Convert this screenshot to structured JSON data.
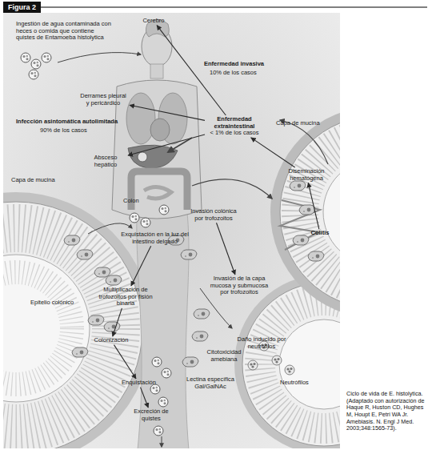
{
  "diagram": {
    "title": "Figura 2",
    "caption": "Ciclo de vida de E. histolytica. (Adaptado con autorización de Haque R, Huston CD, Hughes M, Houpt E, Petri WA Jr. Amebiasis. N. Engl J Med. 2003;348:1565-73).",
    "nodes": [
      {
        "text": [
          "Ingestión de agua contaminada con heces o comida que contiene quistes de Entamoeba histolytica"
        ]
      },
      {
        "text": [
          "Exquistación en la luz del intestino delgado"
        ]
      },
      {
        "text": [
          "Multiplicación de trofozoitos por fisión binaria"
        ]
      },
      {
        "text": [
          "Colonización"
        ]
      },
      {
        "text": [
          "Enquistación"
        ]
      },
      {
        "text": [
          "Excreción de quistes"
        ]
      },
      {
        "text": [
          "Invasión colónica por trofozoitos"
        ]
      },
      {
        "text": [
          "Invasión de la capa mucosa y submucosa por trofozoitos"
        ]
      },
      {
        "text": [
          "Colitis"
        ]
      },
      {
        "text": [
          "Diseminación hematógena"
        ]
      },
      {
        "text": [
          "Enfermedad extraintestinal",
          "< 1% de los casos"
        ]
      },
      {
        "text": [
          "Absceso hepático"
        ]
      },
      {
        "text": [
          "Cerebro"
        ]
      },
      {
        "text": [
          "Derrames pleural y pericárdico"
        ]
      }
    ],
    "edges": [
      {
        "from": 1,
        "to": 2,
        "arrow": "to"
      },
      {
        "from": 2,
        "to": 3,
        "arrow": "to"
      },
      {
        "from": 3,
        "to": 4,
        "arrow": "to"
      },
      {
        "from": 4,
        "to": 5,
        "arrow": "to"
      },
      {
        "from": 6,
        "to": 7,
        "arrow": "to"
      },
      {
        "from": 8,
        "to": 9,
        "arrow": "to"
      },
      {
        "from": 9,
        "to": 10,
        "arrow": "to"
      },
      {
        "from": 10,
        "to": 11,
        "arrow": "to"
      },
      {
        "from": 10,
        "to": 12,
        "arrow": "to"
      },
      {
        "from": 10,
        "to": 13,
        "arrow": "to"
      }
    ],
    "labels": [
      "Enfermedad invasiva",
      "10% de los casos",
      "Infección asintomática autolimitada",
      "90% de los casos",
      "Capa de mucina",
      "Capa de mucina",
      "Colon",
      "Epitelio colónico",
      "Daño inducido por neutrófilos",
      "Citotoxicidad amebiana",
      "Neutrófilos",
      "Lectina específica Gal/GalNAc"
    ]
  }
}
